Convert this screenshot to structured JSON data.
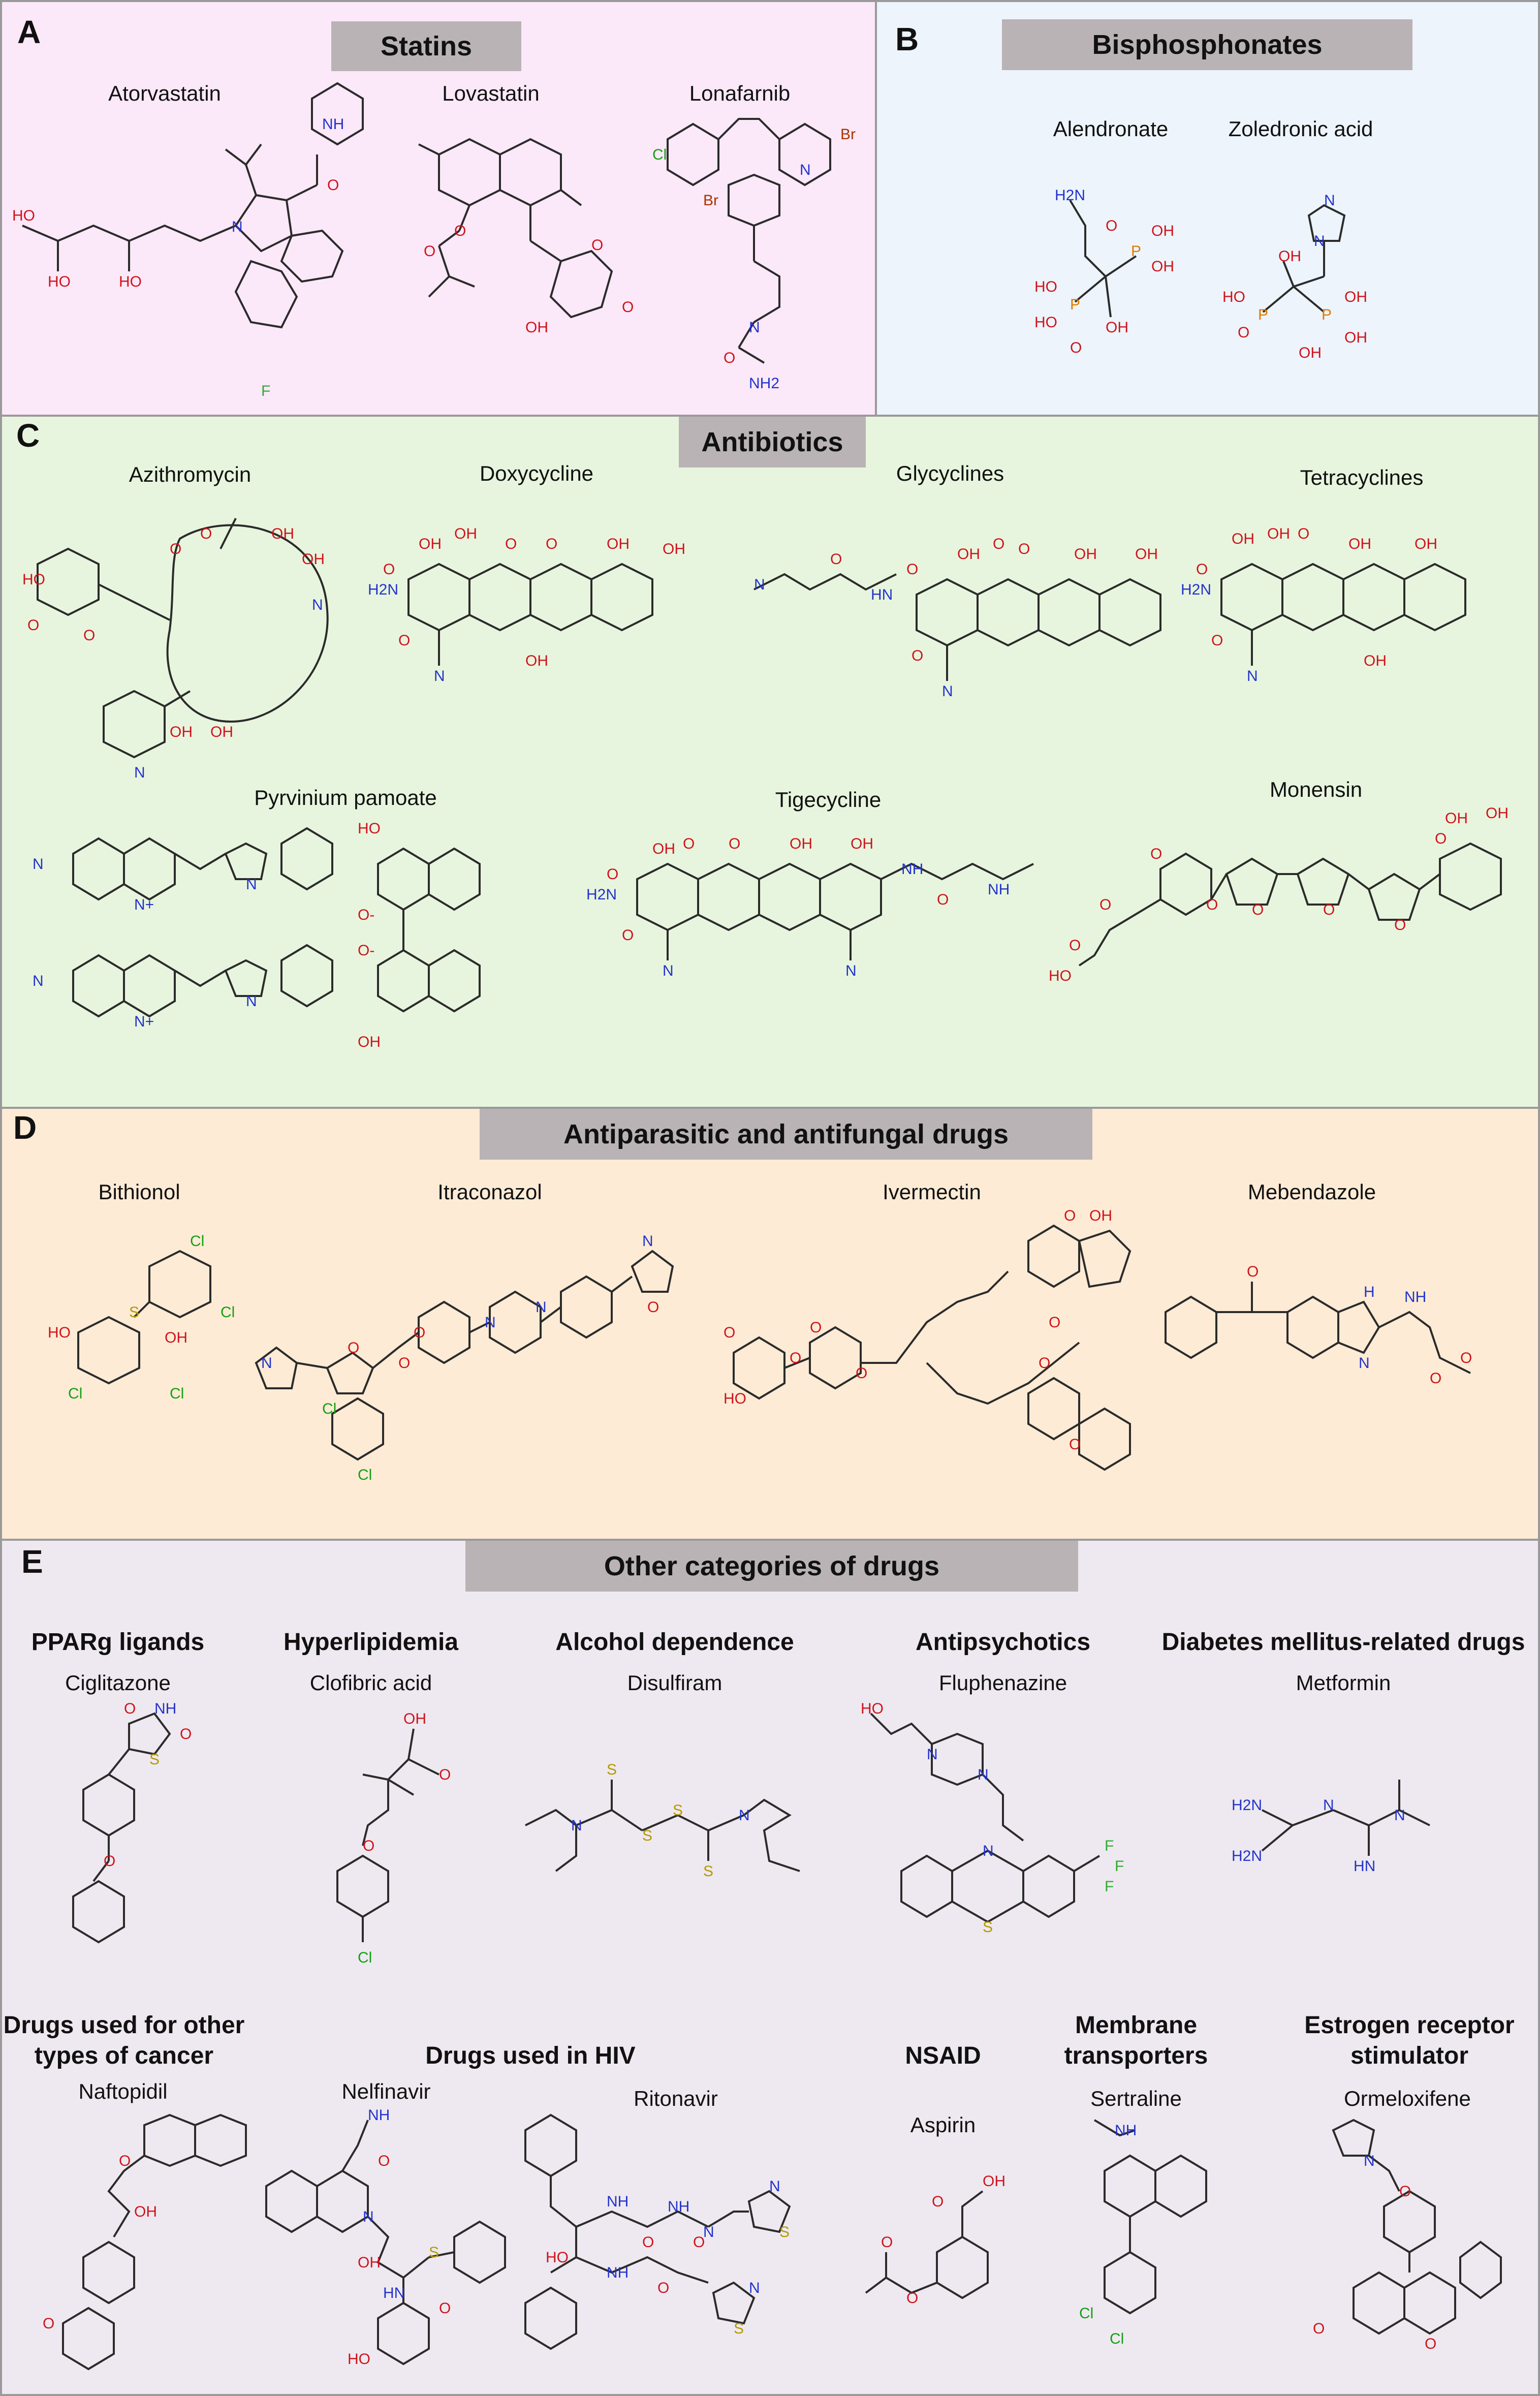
{
  "panels": {
    "A": {
      "letter": "A",
      "title": "Statins",
      "color": "#fbe8f8",
      "drugs": [
        "Atorvastatin",
        "Lovastatin",
        "Lonafarnib"
      ]
    },
    "B": {
      "letter": "B",
      "title": "Bisphosphonates",
      "color": "#edf4fb",
      "drugs": [
        "Alendronate",
        "Zoledronic acid"
      ]
    },
    "C": {
      "letter": "C",
      "title": "Antibiotics",
      "color": "#e8f5de",
      "drugs": [
        "Azithromycin",
        "Doxycycline",
        "Glycyclines",
        "Tetracyclines",
        "Pyrvinium pamoate",
        "Tigecycline",
        "Monensin"
      ]
    },
    "D": {
      "letter": "D",
      "title": "Antiparasitic and antifungal drugs",
      "color": "#fdebd5",
      "drugs": [
        "Bithionol",
        "Itraconazol",
        "Ivermectin",
        "Mebendazole"
      ]
    },
    "E": {
      "letter": "E",
      "title": "Other categories of drugs",
      "color": "#eee9f0",
      "categories": [
        {
          "name": "PPARg ligands",
          "drug": "Ciglitazone"
        },
        {
          "name": "Hyperlipidemia",
          "drug": "Clofibric acid"
        },
        {
          "name": "Alcohol dependence",
          "drug": "Disulfiram"
        },
        {
          "name": "Antipsychotics",
          "drug": "Fluphenazine"
        },
        {
          "name": "Diabetes mellitus-related drugs",
          "drug": "Metformin"
        },
        {
          "name": "Drugs used for other types of cancer",
          "line1": "Drugs used for other",
          "line2": "types of cancer",
          "drug": "Naftopidil"
        },
        {
          "name": "Drugs used in HIV",
          "drugs": [
            "Nelfinavir",
            "Ritonavir"
          ]
        },
        {
          "name": "NSAID",
          "drug": "Aspirin"
        },
        {
          "name": "Membrane transporters",
          "line1": "Membrane",
          "line2": "transporters",
          "drug": "Sertraline"
        },
        {
          "name": "Estrogen receptor stimulator",
          "line1": "Estrogen receptor",
          "line2": "stimulator",
          "drug": "Ormeloxifene"
        }
      ]
    }
  },
  "atoms": {
    "oh": "OH",
    "ho": "HO",
    "o": "O",
    "n": "N",
    "nh": "NH",
    "nh2": "NH2",
    "h2n": "H2N",
    "s": "S",
    "p": "P",
    "cl": "Cl",
    "f": "F",
    "br": "Br",
    "hn": "HN",
    "h": "H",
    "o_minus": "O-",
    "n_plus": "N+"
  }
}
